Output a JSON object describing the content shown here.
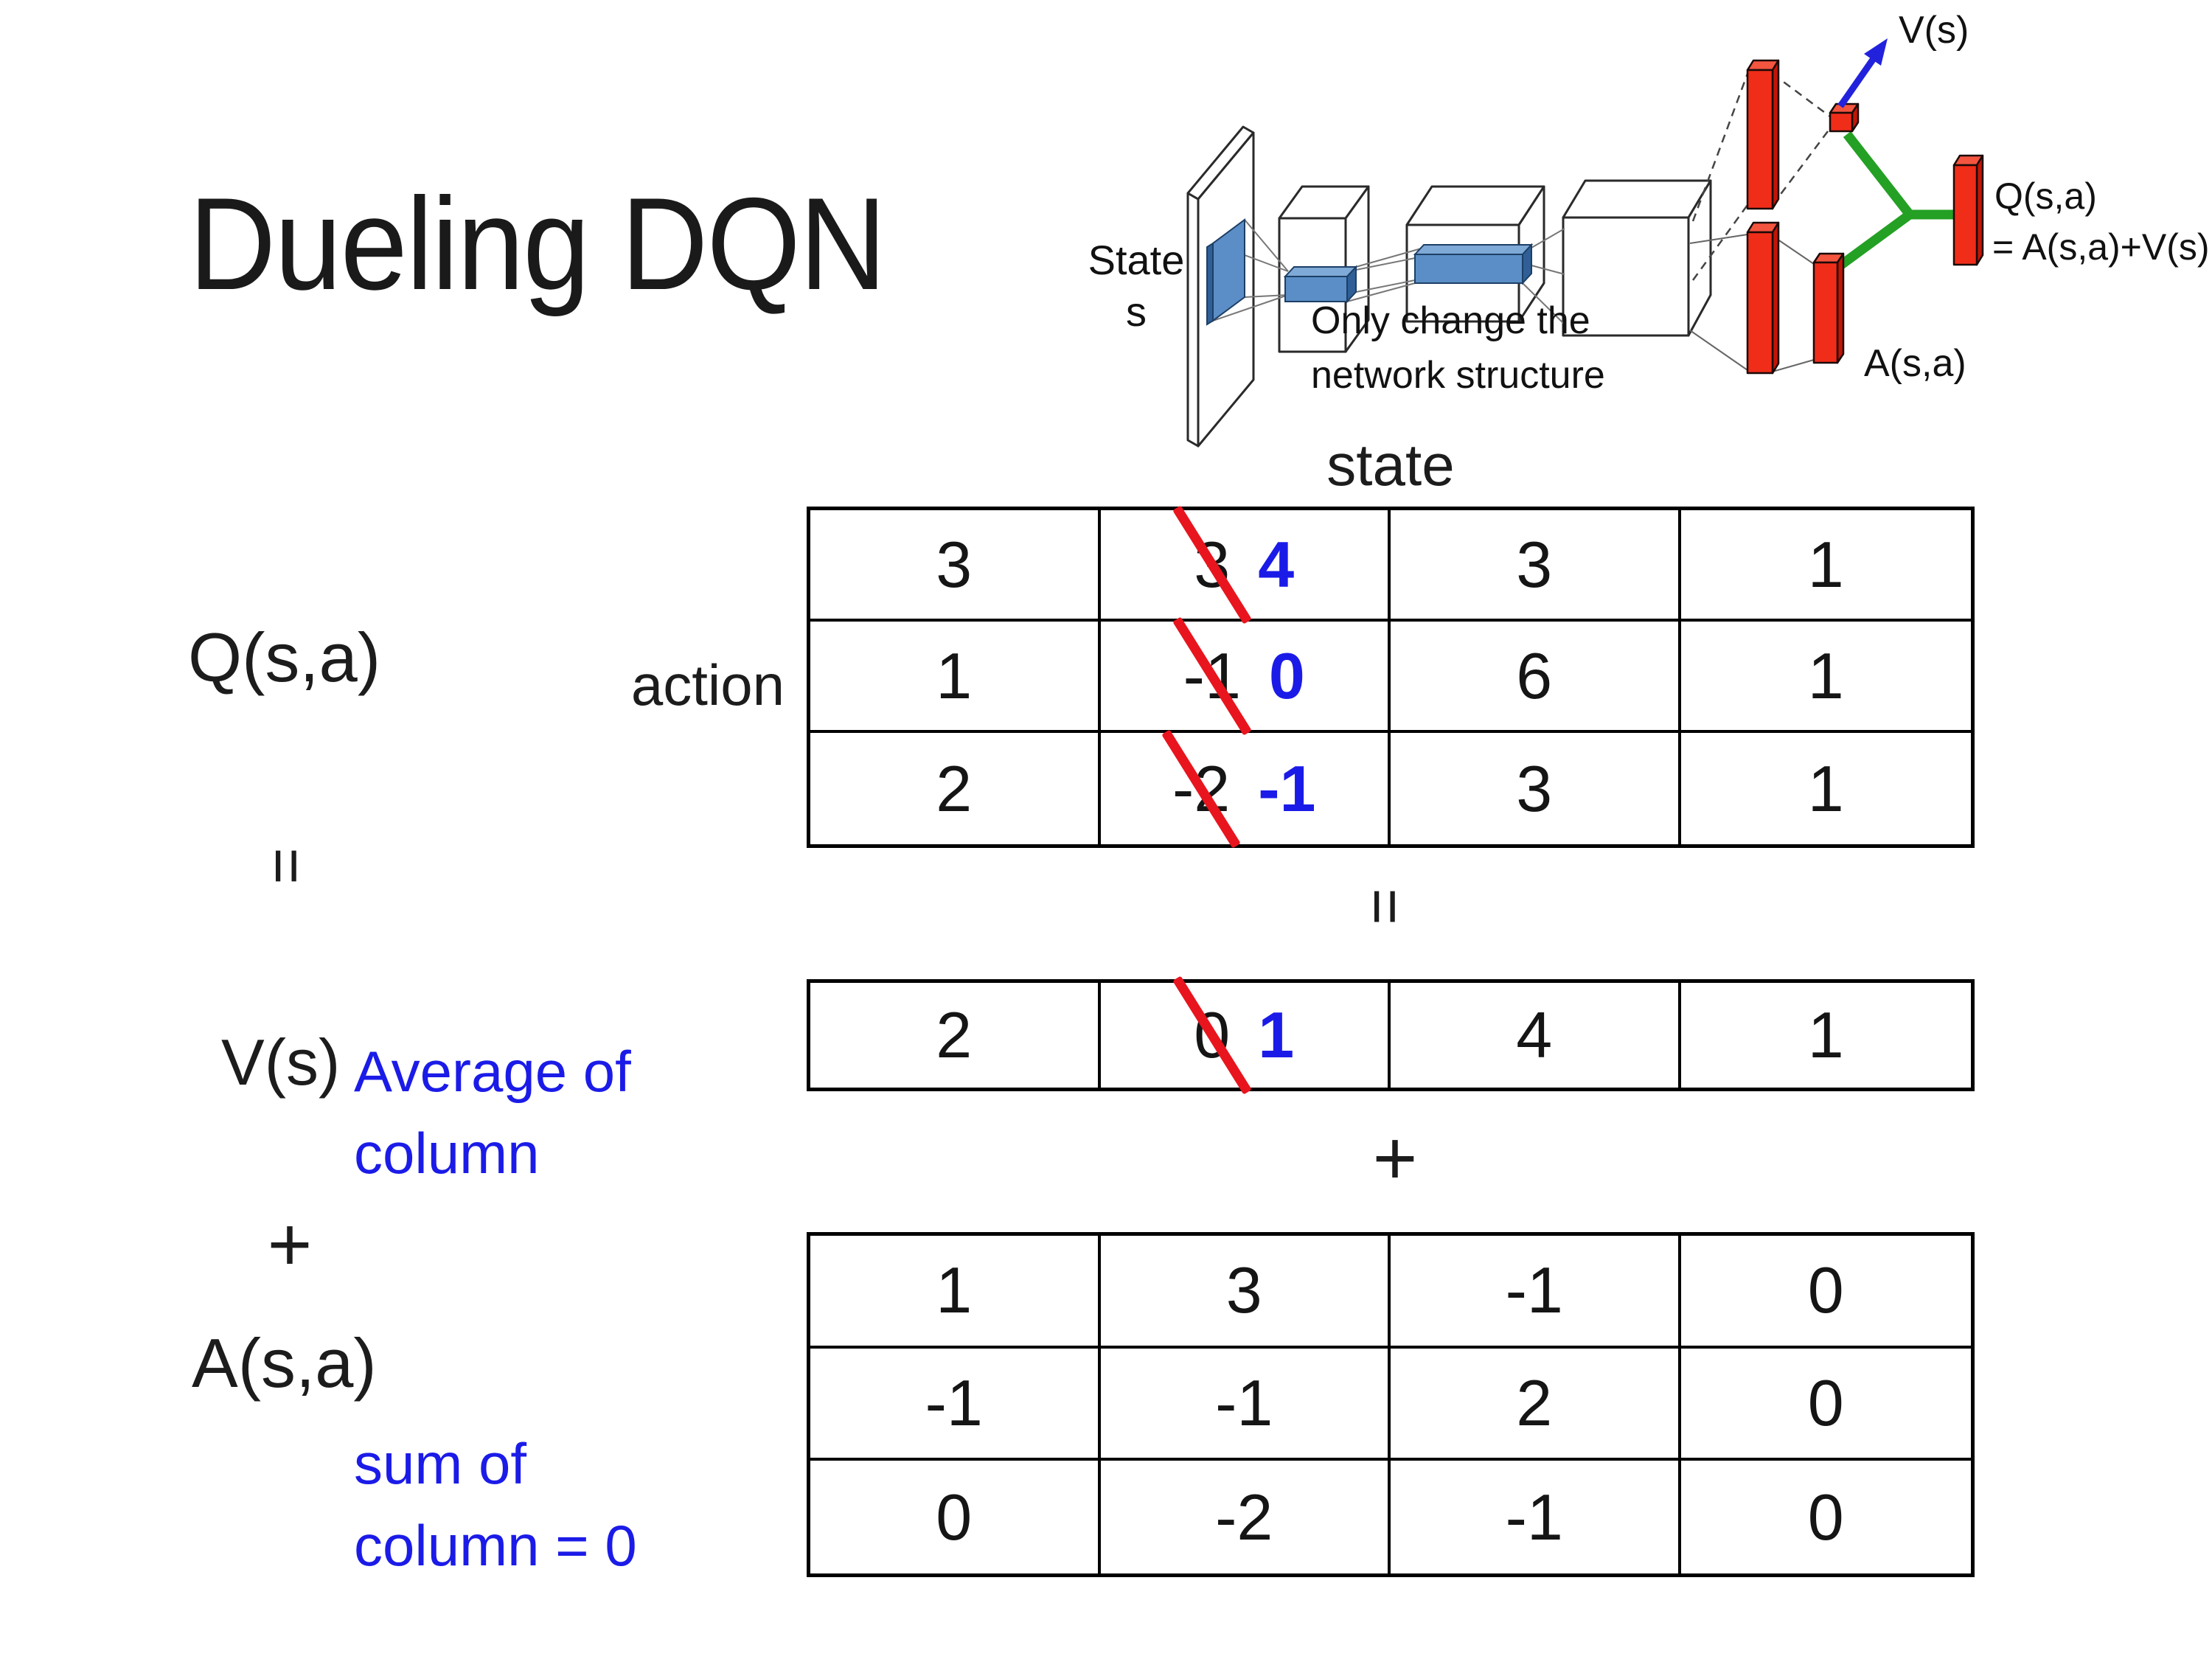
{
  "slide": {
    "title": "Dueling DQN"
  },
  "colors": {
    "text_blue": "#1b1be8",
    "strike_red": "#e8151e",
    "bar_red": "#f02d19",
    "link_green": "#24a024",
    "arrow_blue": "#2222dd",
    "filter_blue": "#5b8ec6",
    "background": "#ffffff"
  },
  "diagram": {
    "input_label_line1": "State",
    "input_label_line2": "s",
    "note_line1": "Only change the",
    "note_line2": "network structure",
    "value_out_label": "V(s)",
    "advantage_out_label": "A(s,a)",
    "q_out_label_line1": "Q(s,a)",
    "q_out_label_line2": "= A(s,a)+V(s)"
  },
  "matrix": {
    "state_header": "state",
    "action_label": "action",
    "q_label": "Q(s,a)",
    "v_label": "V(s)",
    "a_label": "A(s,a)",
    "equals_left": "=",
    "equals_center": "=",
    "plus_left": "+",
    "plus_center": "+",
    "avg_note_line1": "Average of",
    "avg_note_line2": "column",
    "sum_note_line1": "sum of",
    "sum_note_line2": "column = 0",
    "q_rows": [
      [
        {
          "v": "3"
        },
        {
          "old": "3",
          "new": "4"
        },
        {
          "v": "3"
        },
        {
          "v": "1"
        }
      ],
      [
        {
          "v": "1"
        },
        {
          "old": "-1",
          "new": "0"
        },
        {
          "v": "6"
        },
        {
          "v": "1"
        }
      ],
      [
        {
          "v": "2"
        },
        {
          "old": "-2",
          "new": "-1"
        },
        {
          "v": "3"
        },
        {
          "v": "1"
        }
      ]
    ],
    "v_rows": [
      [
        {
          "v": "2"
        },
        {
          "old": "0",
          "new": "1"
        },
        {
          "v": "4"
        },
        {
          "v": "1"
        }
      ]
    ],
    "a_rows": [
      [
        {
          "v": "1"
        },
        {
          "v": "3"
        },
        {
          "v": "-1"
        },
        {
          "v": "0"
        }
      ],
      [
        {
          "v": "-1"
        },
        {
          "v": "-1"
        },
        {
          "v": "2"
        },
        {
          "v": "0"
        }
      ],
      [
        {
          "v": "0"
        },
        {
          "v": "-2"
        },
        {
          "v": "-1"
        },
        {
          "v": "0"
        }
      ]
    ]
  }
}
